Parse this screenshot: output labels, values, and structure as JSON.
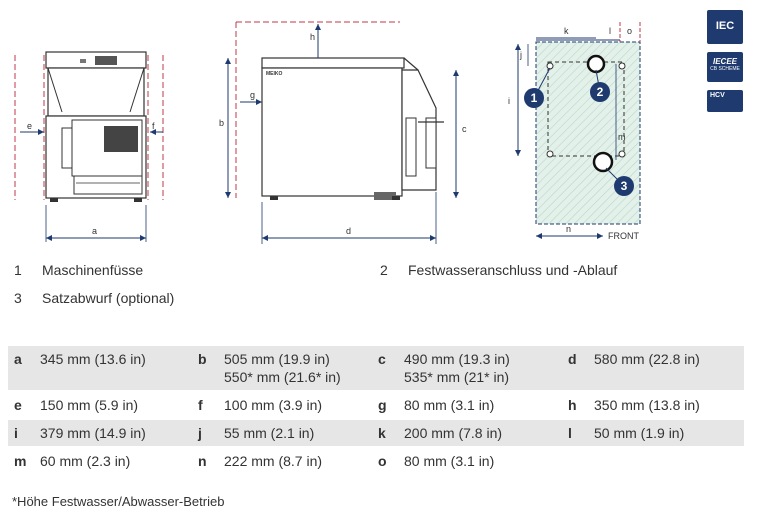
{
  "diagram": {
    "front_labels": {
      "a": "a",
      "e": "e",
      "f": "f"
    },
    "side_labels": {
      "b": "b",
      "c": "c",
      "d": "d",
      "g": "g",
      "h": "h"
    },
    "top_labels": {
      "k": "k",
      "l": "l",
      "o": "o",
      "m": "m",
      "n": "n",
      "j": "j",
      "i": "i",
      "front": "FRONT"
    },
    "badges": [
      "1",
      "2",
      "3"
    ],
    "brand_text": "MEIKO",
    "colors": {
      "primary": "#1e3a6e",
      "dim_line": "#1e3a6e",
      "red_line": "#c0394b",
      "hatch": "#e3f1ea"
    }
  },
  "certifications": {
    "iec": "IEC",
    "iecee": "IECEE",
    "iecee_sub": "CB SCHEME",
    "hcv": "HCV"
  },
  "legend": [
    {
      "num": "1",
      "text": "Maschinenfüsse"
    },
    {
      "num": "2",
      "text": "Festwasseranschluss und -Ablauf"
    },
    {
      "num": "3",
      "text": "Satzabwurf (optional)"
    }
  ],
  "dimensions": [
    [
      {
        "key": "a",
        "value": "345 mm (13.6 in)"
      },
      {
        "key": "b",
        "value": "505 mm (19.9 in)",
        "value2": "550* mm (21.6* in)"
      },
      {
        "key": "c",
        "value": "490 mm (19.3 in)",
        "value2": "535* mm (21* in)"
      },
      {
        "key": "d",
        "value": "580 mm (22.8 in)"
      }
    ],
    [
      {
        "key": "e",
        "value": "150 mm (5.9 in)"
      },
      {
        "key": "f",
        "value": "100 mm (3.9 in)"
      },
      {
        "key": "g",
        "value": "80 mm (3.1 in)"
      },
      {
        "key": "h",
        "value": "350 mm (13.8 in)"
      }
    ],
    [
      {
        "key": "i",
        "value": "379 mm (14.9 in)"
      },
      {
        "key": "j",
        "value": "55 mm (2.1 in)"
      },
      {
        "key": "k",
        "value": "200 mm (7.8 in)"
      },
      {
        "key": "l",
        "value": "50 mm (1.9 in)"
      }
    ],
    [
      {
        "key": "m",
        "value": "60 mm (2.3 in)"
      },
      {
        "key": "n",
        "value": "222 mm (8.7 in)"
      },
      {
        "key": "o",
        "value": "80 mm (3.1 in)"
      },
      {
        "key": "",
        "value": ""
      }
    ]
  ],
  "footnote": "*Höhe Festwasser/Abwasser-Betrieb"
}
